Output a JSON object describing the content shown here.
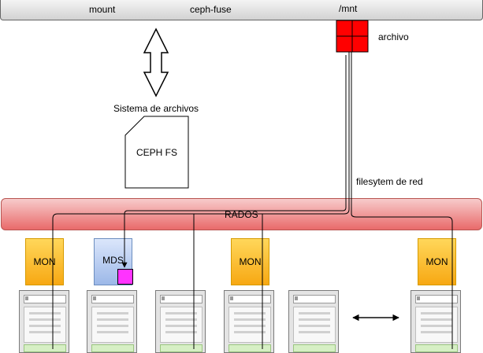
{
  "topbar": {
    "mount": "mount",
    "ceph_fuse": "ceph-fuse",
    "mnt": "/mnt"
  },
  "file": {
    "label": "archivo",
    "color": "#ff0000"
  },
  "filesystem": {
    "label": "Sistema de archivos",
    "doc_label": "CEPH FS"
  },
  "network": {
    "label": "filesytem de red"
  },
  "rados": {
    "label": "RADOS",
    "color": "#ea6b66"
  },
  "nodes": [
    {
      "label": "MON"
    },
    {
      "label": "MDS"
    },
    {
      "label": "MON"
    },
    {
      "label": "MON"
    }
  ],
  "colors": {
    "mon": "#f7a813",
    "mds": "#9cb8e8",
    "mds_marker": "#ff33ff"
  }
}
